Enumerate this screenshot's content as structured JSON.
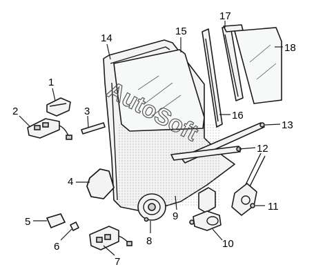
{
  "watermark": "AutoSoft",
  "callouts": [
    "1",
    "2",
    "3",
    "4",
    "5",
    "6",
    "7",
    "8",
    "9",
    "10",
    "11",
    "12",
    "13",
    "14",
    "15",
    "16",
    "17",
    "18"
  ],
  "colors": {
    "outline": "#1a1a1a",
    "part_fill": "#f3f3f3",
    "background": "#ffffff"
  }
}
